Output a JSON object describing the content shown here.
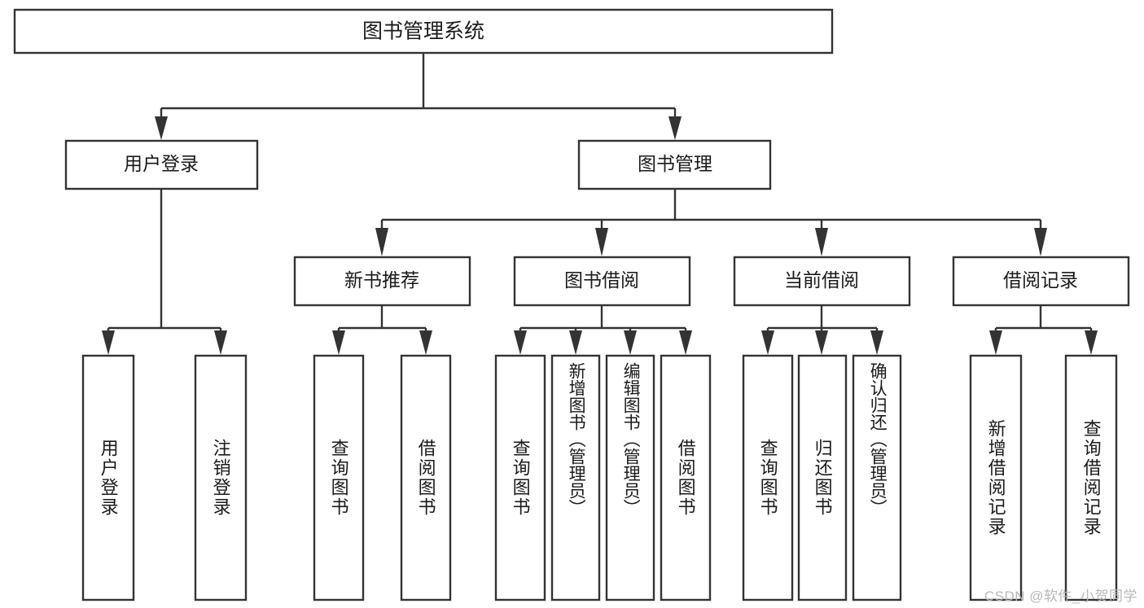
{
  "diagram": {
    "type": "tree",
    "title": "图书管理系统",
    "watermark": "CSDN @软件_小贺同学",
    "colors": {
      "stroke": "#333333",
      "box_fill": "#ffffff",
      "text": "#1a1a1a",
      "background": "#ffffff",
      "watermark": "#b8b8b8"
    },
    "root": {
      "id": "root",
      "label": "图书管理系统",
      "level": 1
    },
    "level2": [
      {
        "id": "user-login",
        "label": "用户登录",
        "level": 2
      },
      {
        "id": "book-manage",
        "label": "图书管理",
        "level": 2
      }
    ],
    "level3": [
      {
        "id": "new-book-recommend",
        "label": "新书推荐",
        "parent": "book-manage",
        "level": 3
      },
      {
        "id": "book-borrow",
        "label": "图书借阅",
        "parent": "book-manage",
        "level": 3
      },
      {
        "id": "current-borrow",
        "label": "当前借阅",
        "parent": "book-manage",
        "level": 3
      },
      {
        "id": "borrow-record",
        "label": "借阅记录",
        "parent": "book-manage",
        "level": 3
      }
    ],
    "leaves": [
      {
        "id": "leaf-user-login",
        "label": "用户登录",
        "parent": "user-login"
      },
      {
        "id": "leaf-logout-login",
        "label": "注销登录",
        "parent": "user-login"
      },
      {
        "id": "leaf-query-book-1",
        "label": "查询图书",
        "parent": "new-book-recommend"
      },
      {
        "id": "leaf-borrow-book-1",
        "label": "借阅图书",
        "parent": "new-book-recommend"
      },
      {
        "id": "leaf-query-book-2",
        "label": "查询图书",
        "parent": "book-borrow"
      },
      {
        "id": "leaf-add-book",
        "label": "新增图书（管理员）",
        "parent": "book-borrow"
      },
      {
        "id": "leaf-edit-book",
        "label": "编辑图书（管理员）",
        "parent": "book-borrow"
      },
      {
        "id": "leaf-borrow-book-2",
        "label": "借阅图书",
        "parent": "book-borrow"
      },
      {
        "id": "leaf-query-book-3",
        "label": "查询图书",
        "parent": "current-borrow"
      },
      {
        "id": "leaf-return-book",
        "label": "归还图书",
        "parent": "current-borrow"
      },
      {
        "id": "leaf-confirm-return",
        "label": "确认归还（管理员）",
        "parent": "current-borrow"
      },
      {
        "id": "leaf-add-record",
        "label": "新增借阅记录",
        "parent": "borrow-record"
      },
      {
        "id": "leaf-query-record",
        "label": "查询借阅记录",
        "parent": "borrow-record"
      }
    ]
  }
}
